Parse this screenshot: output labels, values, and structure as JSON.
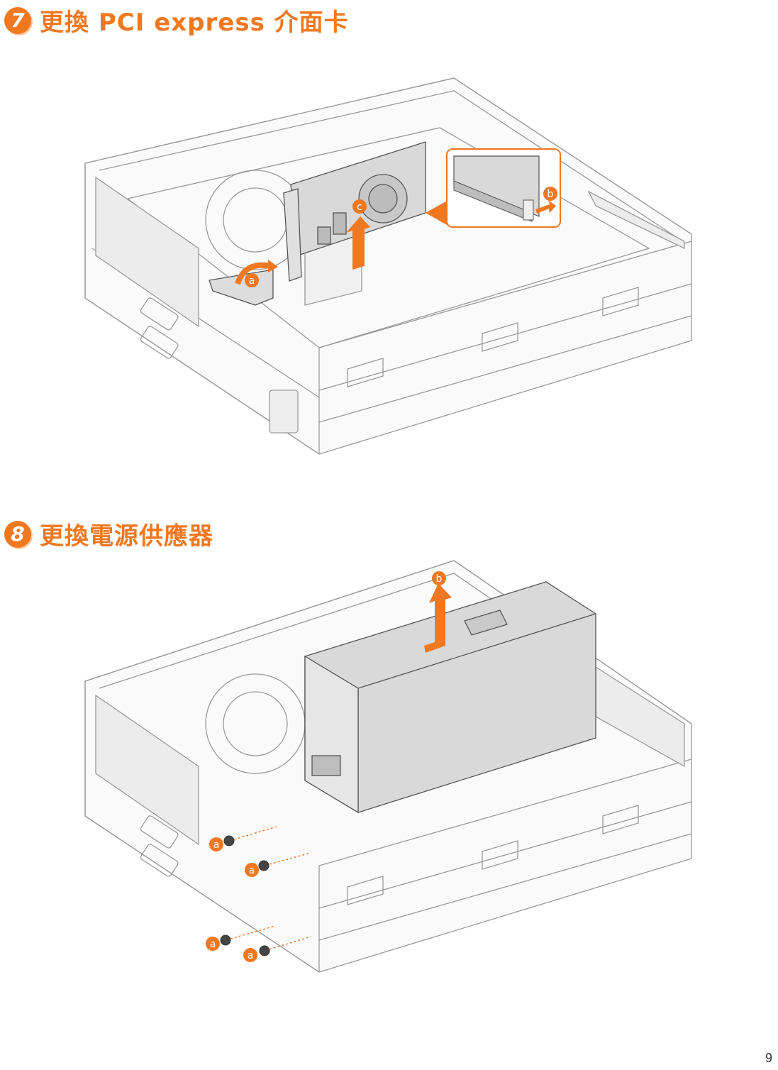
{
  "steps": [
    {
      "number": "7",
      "title": "更換 PCI express 介面卡",
      "callouts": [
        "a",
        "b",
        "c"
      ]
    },
    {
      "number": "8",
      "title": "更換電源供應器",
      "callouts": [
        "a",
        "a",
        "a",
        "a",
        "b"
      ]
    }
  ],
  "page_number": "9",
  "colors": {
    "accent": "#f07820",
    "line": "#8a8a8a",
    "fill": "#f2f2f2",
    "card": "#d9d9d9"
  }
}
